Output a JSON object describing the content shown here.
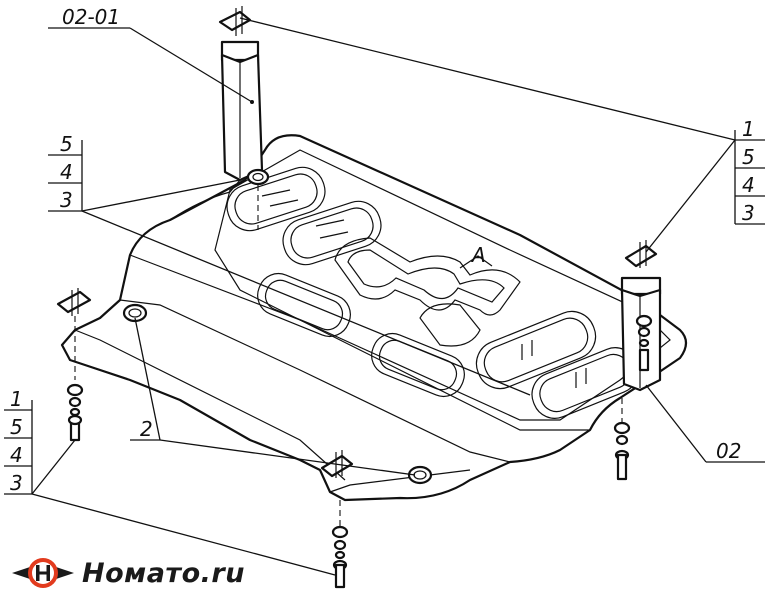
{
  "labels": {
    "bracket_left": "02-01",
    "bracket_right": "02",
    "nuts": "2",
    "stack_top_left": [
      "5",
      "4",
      "3"
    ],
    "stack_right": [
      "1",
      "5",
      "4",
      "3"
    ],
    "stack_bottom_left": [
      "1",
      "5",
      "4",
      "3"
    ],
    "plate_mark": "A"
  },
  "logo": {
    "text": "Номато.ru"
  },
  "colors": {
    "line": "#111111",
    "logo_red": "#e23b1e",
    "logo_dark": "#1a1a1a"
  }
}
